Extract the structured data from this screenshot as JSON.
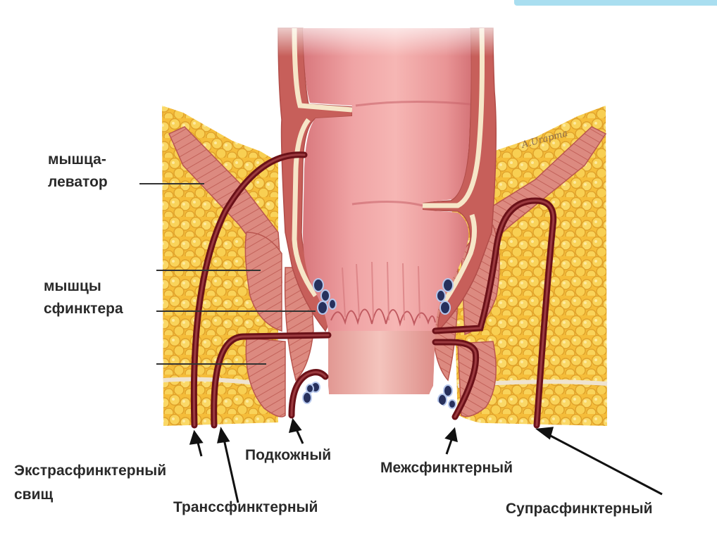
{
  "labels": {
    "levator_line1": "мышца-",
    "levator_line2": "леватор",
    "sphincter_line1": "мышцы",
    "sphincter_line2": "сфинктера",
    "extrasphincteric_line1": "Экстрасфинктерный",
    "extrasphincteric_line2": "свищ",
    "subcutaneous": "Подкожный",
    "transsphincteric": "Транссфинктерный",
    "intersphincteric": "Межсфинктерный",
    "suprasphincteric": "Супрасфинктерный"
  },
  "signature": "A.Urapma",
  "colors": {
    "fat": "#f7c843",
    "fat_dark": "#e3a627",
    "muscle": "#d9837a",
    "muscle_dark": "#b9564f",
    "mucosa": "#ee9ea0",
    "mucosa_dark": "#d97b80",
    "fistula": "#6b1118",
    "sheath": "#f6e6c8",
    "vessel": "#27305c",
    "skin": "#fbe5e0",
    "corner_tab": "#a9def0"
  }
}
